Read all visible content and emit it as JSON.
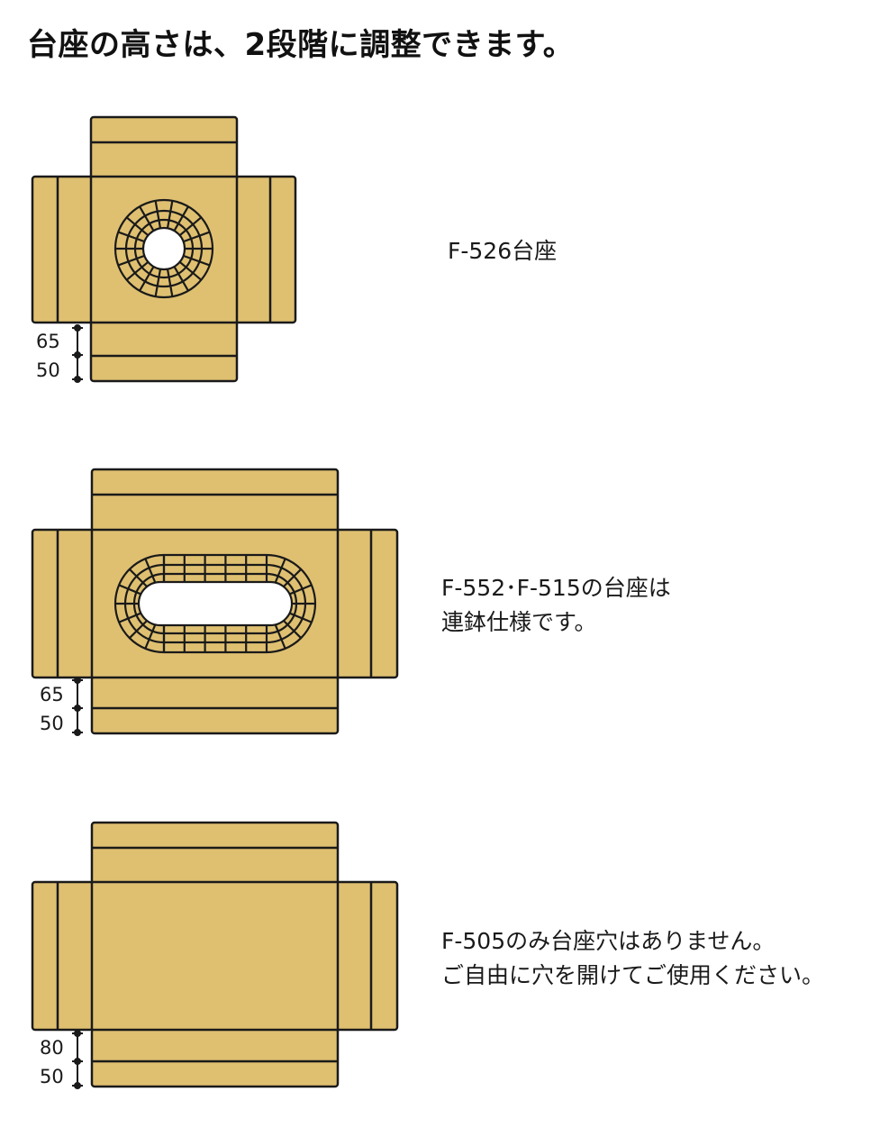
{
  "title": "台座の高さは、2段階に調整できます。",
  "colors": {
    "panel_fill": "#dfc071",
    "outline": "#1a1a1a",
    "hole": "#ffffff"
  },
  "bases": [
    {
      "hole": "round",
      "dims": [
        "65",
        "50"
      ],
      "caption": [
        "F-526台座"
      ]
    },
    {
      "hole": "oval-grid",
      "dims": [
        "65",
        "50"
      ],
      "caption": [
        "F-552･F-515の台座は",
        "連鉢仕様です。"
      ]
    },
    {
      "hole": "none",
      "dims": [
        "80",
        "50"
      ],
      "caption": [
        "F-505のみ台座穴はありません。",
        "ご自由に穴を開けてご使用ください。"
      ]
    }
  ]
}
